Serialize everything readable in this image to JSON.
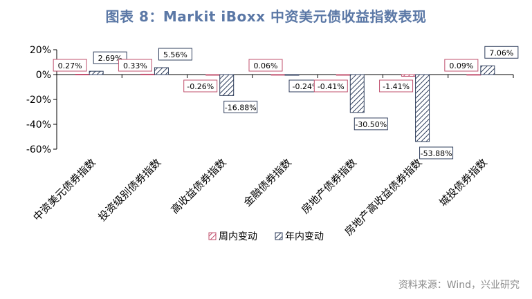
{
  "title": "图表 8：Markit iBoxx 中资美元债收益指数表现",
  "source": "资料来源：Wind，兴业研究",
  "colors": {
    "weekly_stroke": "#c0506e",
    "yearly_stroke": "#2f3e5c",
    "title": "#5b78a6",
    "weekly_label_border": "#c0506e",
    "yearly_label_border": "#2f3e5c"
  },
  "chart_data": {
    "type": "bar",
    "categories": [
      "中资美元债券指数",
      "投资级别债券指数",
      "高收益债券指数",
      "金融债券指数",
      "房地产债券指数",
      "房地产高收益债券指数",
      "城投债券指数"
    ],
    "series": [
      {
        "name": "周内变动",
        "values": [
          0.27,
          0.33,
          -0.26,
          0.06,
          -0.41,
          -1.41,
          0.09
        ],
        "labels": [
          "0.27%",
          "0.33%",
          "-0.26%",
          "0.06%",
          "-0.41%",
          "-1.41%",
          "0.09%"
        ]
      },
      {
        "name": "年内变动",
        "values": [
          2.69,
          5.56,
          -16.88,
          -0.24,
          -30.5,
          -53.88,
          7.06
        ],
        "labels": [
          "2.69%",
          "5.56%",
          "-16.88%",
          "-0.24%",
          "-30.50%",
          "-53.88%",
          "7.06%"
        ]
      }
    ],
    "yaxis": {
      "min": -60,
      "max": 20,
      "ticks": [
        "20%",
        "0%",
        "-20%",
        "-40%",
        "-60%"
      ]
    },
    "legend": "bottom",
    "grid": false
  }
}
